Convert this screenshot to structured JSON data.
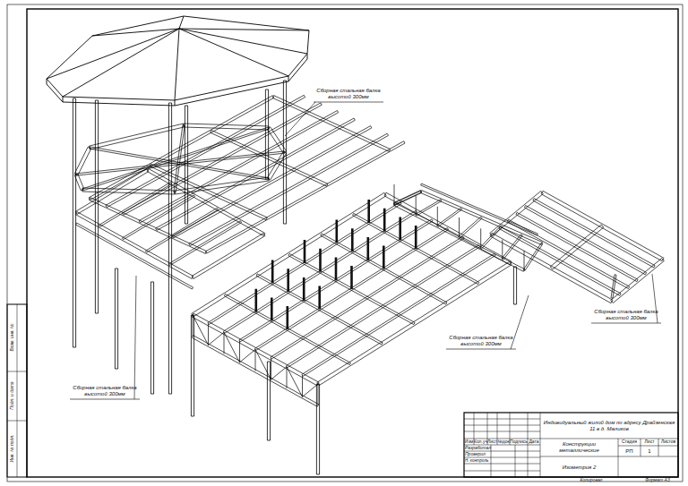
{
  "diagram": {
    "labels": [
      "Сборная стальная балка высотой 300мм",
      "Сборная стальная балка высотой 300мм",
      "Сборная стальная балка высотой 300мм",
      "Сборная стальная балка высотой 300мм",
      "Индивидуальный жилой дом по адресу Драйзенская 11 в д. Маликов",
      "Конструкции металлические",
      "Изометрия 2",
      "Изм",
      "Кол.уч",
      "Лист",
      "№док",
      "Подпись",
      "Дата",
      "Стадия",
      "Лист",
      "Листов",
      "РП",
      "1",
      "Разработал",
      "Проверил",
      "Н. контроль",
      "Инв. № подл.",
      "Подп. и дата",
      "Взам. инв. №",
      "Копировал",
      "Формат А3"
    ]
  }
}
